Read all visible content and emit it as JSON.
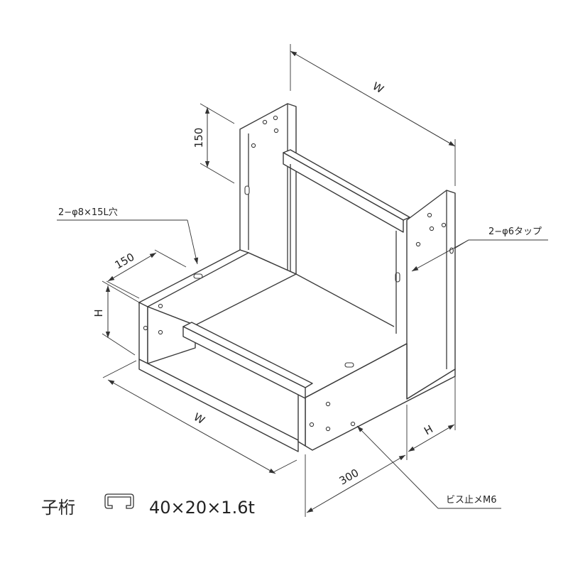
{
  "dimensions": {
    "w_top": "W",
    "w_bottom": "W",
    "h_left": "H",
    "h_right": "H",
    "len_150_vertical": "150",
    "len_150_horizontal": "150",
    "len_300": "300"
  },
  "callouts": {
    "slot_holes": "2−φ8×15L穴",
    "tapped_holes": "2−φ6タップ",
    "screw_stop": "ビス止メM6"
  },
  "spec": {
    "label": "子桁",
    "size": "40×20×1.6t"
  }
}
